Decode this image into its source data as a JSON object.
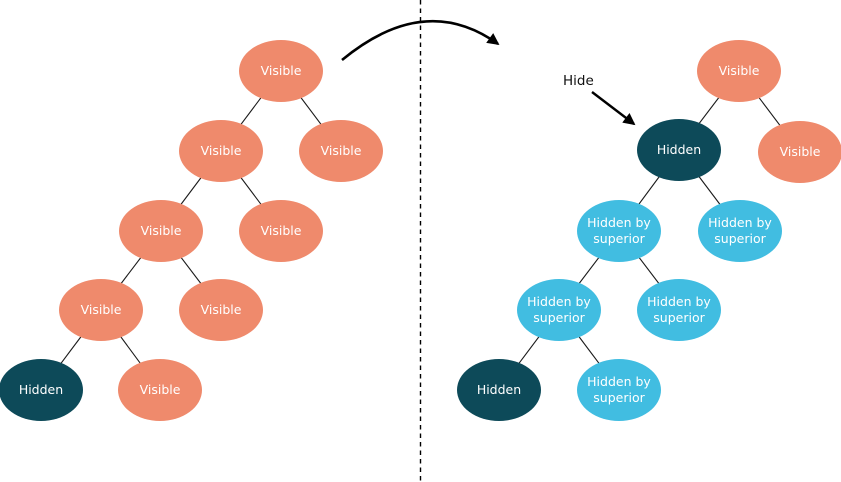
{
  "annotations": {
    "hide_label": "Hide"
  },
  "colors": {
    "visible_fill": "#EF8A6C",
    "hidden_fill": "#0D4A59",
    "hidden_by_superior_fill": "#41BDE1",
    "node_text": "#FFFFFF",
    "annotation_text": "#111111",
    "line": "#1A1A1A"
  },
  "left_tree": {
    "description": "tree before hide operation",
    "nodes": [
      {
        "label": "Visible",
        "state": "visible"
      },
      {
        "label": "Visible",
        "state": "visible"
      },
      {
        "label": "Visible",
        "state": "visible"
      },
      {
        "label": "Visible",
        "state": "visible"
      },
      {
        "label": "Visible",
        "state": "visible"
      },
      {
        "label": "Visible",
        "state": "visible"
      },
      {
        "label": "Visible",
        "state": "visible"
      },
      {
        "label": "Hidden",
        "state": "hidden"
      },
      {
        "label": "Visible",
        "state": "visible"
      }
    ]
  },
  "right_tree": {
    "description": "tree after hide operation",
    "nodes": [
      {
        "label": "Visible",
        "state": "visible"
      },
      {
        "label": "Hidden",
        "state": "hidden"
      },
      {
        "label": "Visible",
        "state": "visible"
      },
      {
        "label": "Hidden by superior",
        "state": "hidden_by_superior"
      },
      {
        "label": "Hidden by superior",
        "state": "hidden_by_superior"
      },
      {
        "label": "Hidden by superior",
        "state": "hidden_by_superior"
      },
      {
        "label": "Hidden by superior",
        "state": "hidden_by_superior"
      },
      {
        "label": "Hidden",
        "state": "hidden"
      },
      {
        "label": "Hidden by superior",
        "state": "hidden_by_superior"
      }
    ]
  }
}
